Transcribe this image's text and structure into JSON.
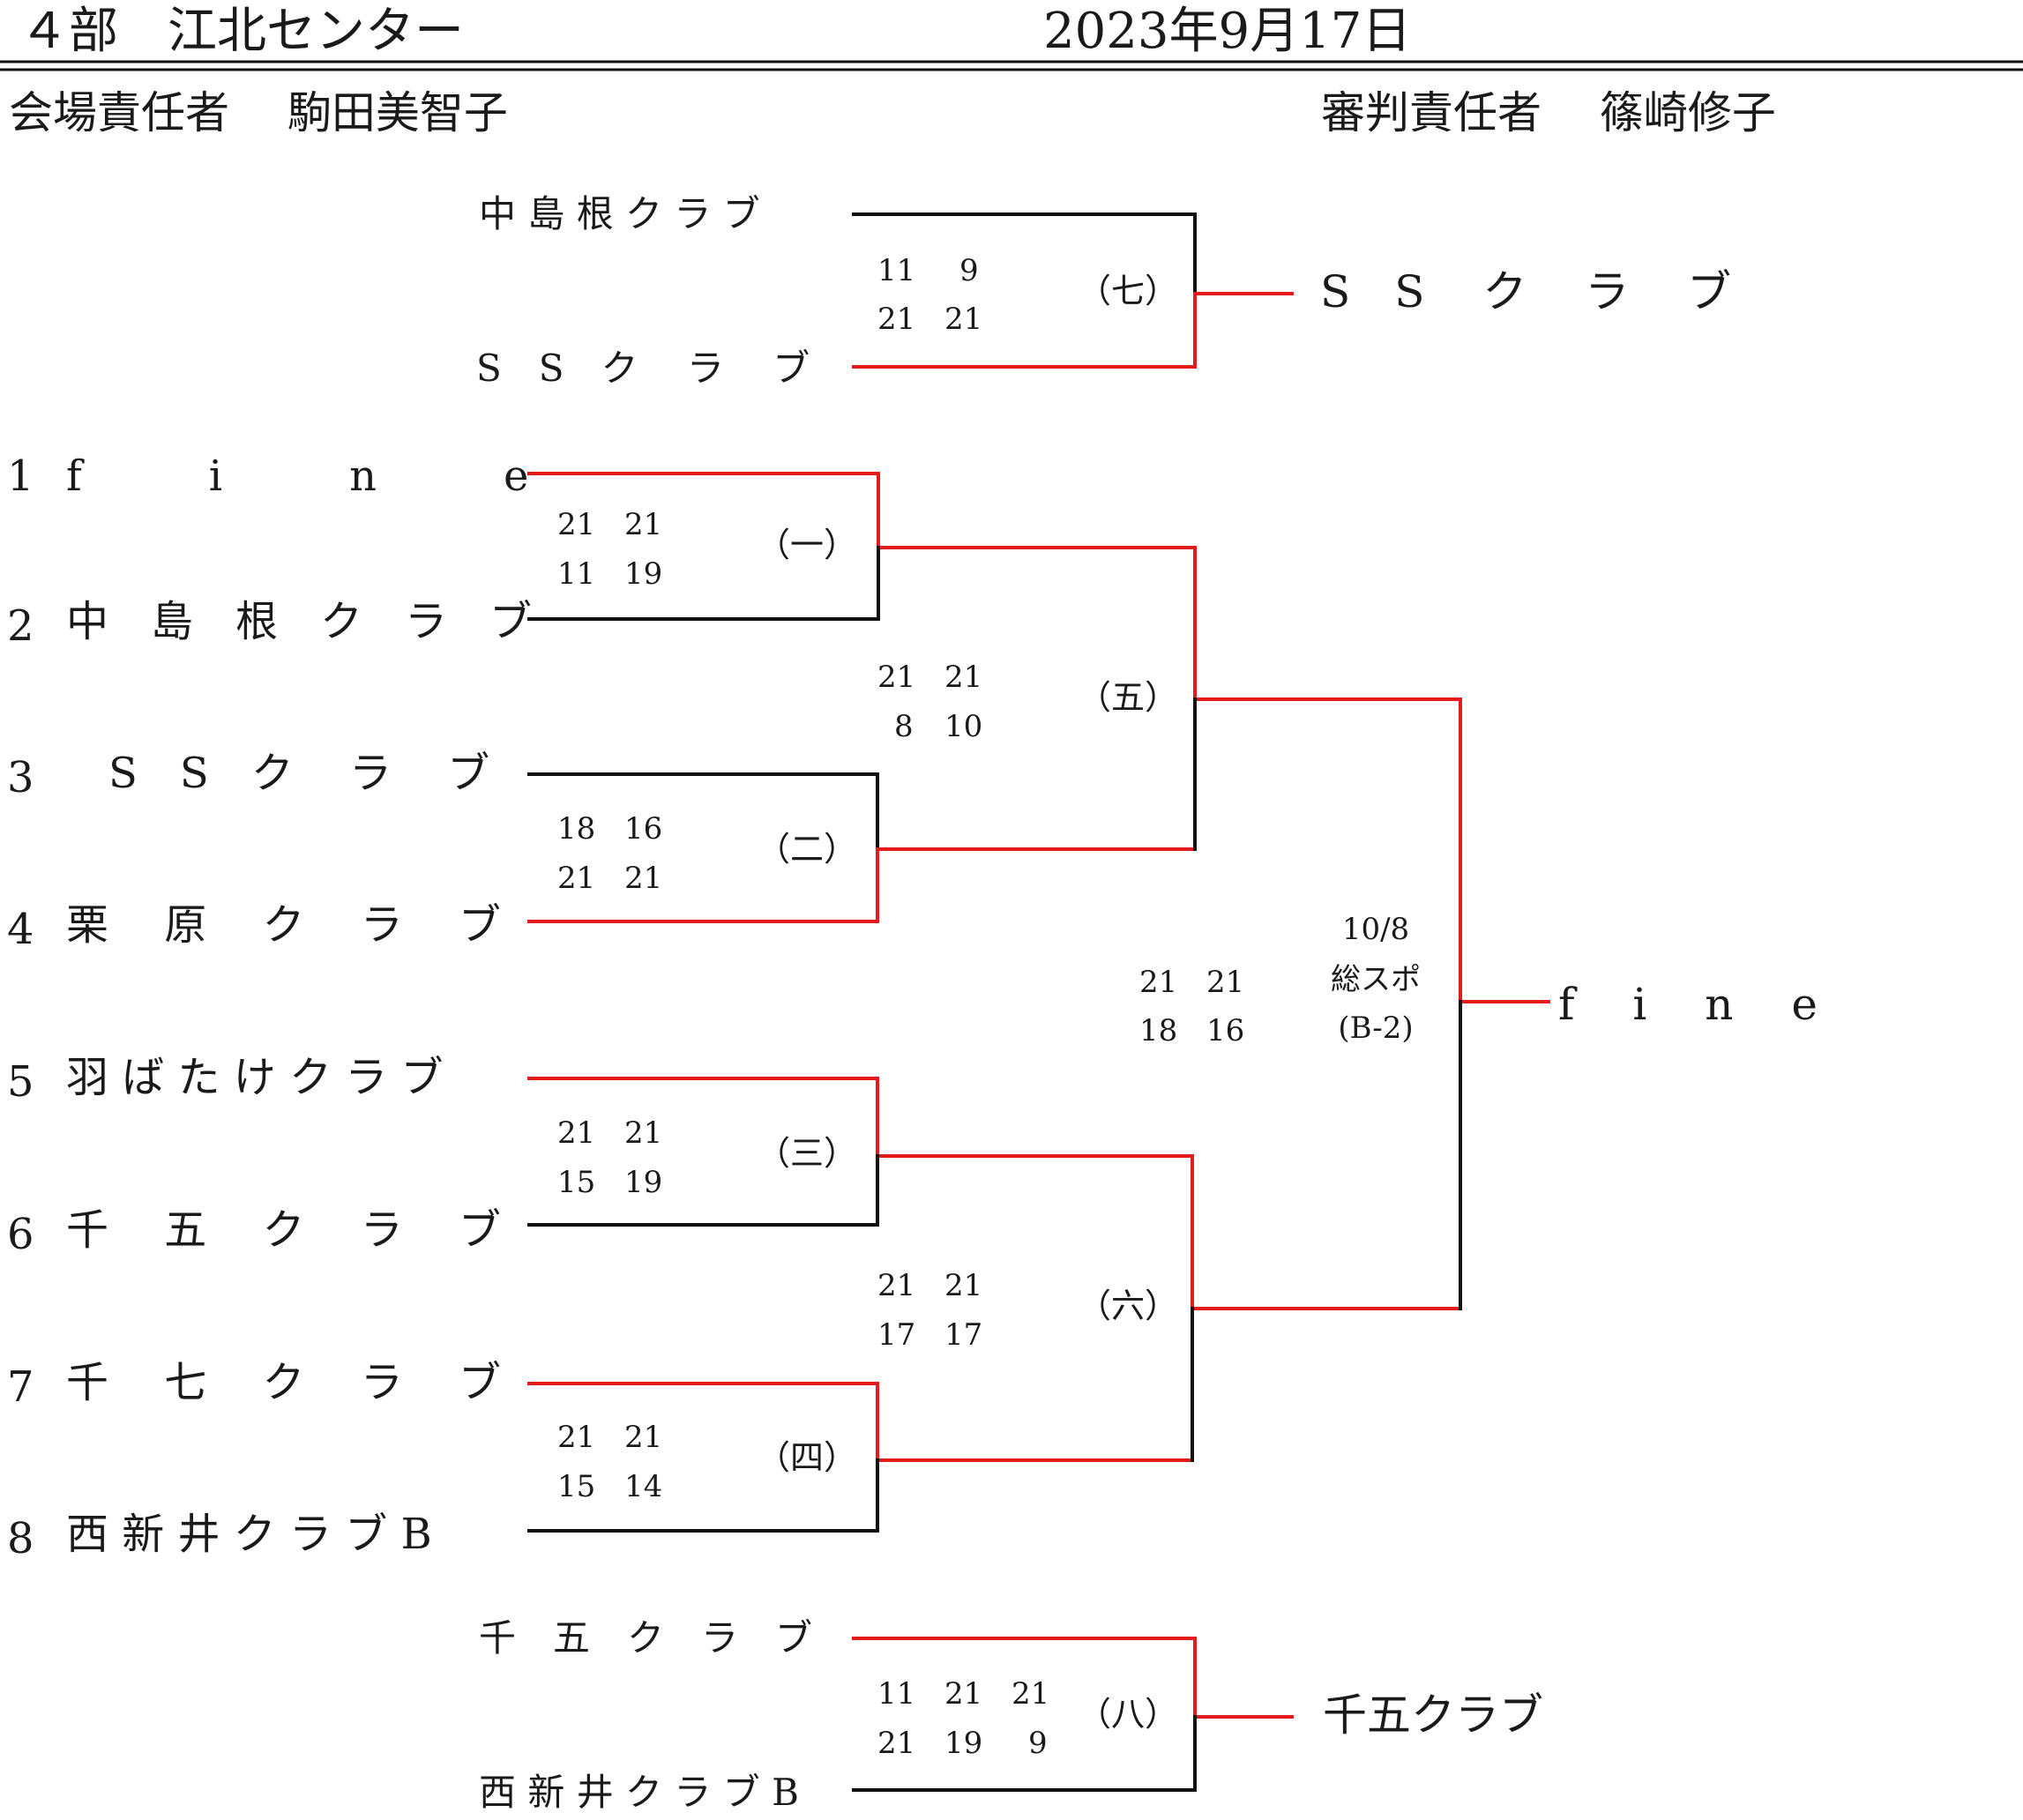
{
  "header": {
    "division": "４部　江北センター",
    "date": "2023年9月17日",
    "venue_manager": "会場責任者　 駒田美智子",
    "referee_manager": "審判責任者　 篠崎修子"
  },
  "top_match": {
    "team_a": "中 島 根 ク ラ ブ",
    "team_b": "S　S　ク　 ラ　 ブ",
    "scores_row1": [
      "11",
      "9"
    ],
    "scores_row2": [
      "21",
      "21"
    ],
    "round": "（七）",
    "winner": "S　S　 ク　 ラ　 ブ"
  },
  "teams": [
    {
      "num": "1",
      "name": "f　　　i　　　n　　　e"
    },
    {
      "num": "2",
      "name": "中　島　根　ク　ラ　ブ"
    },
    {
      "num": "3",
      "name": "　S　S　ク　 ラ　 ブ"
    },
    {
      "num": "4",
      "name": "栗　 原　 ク　 ラ　 ブ"
    },
    {
      "num": "5",
      "name": "羽 ば た け ク ラ ブ"
    },
    {
      "num": "6",
      "name": "千　 五　 ク　 ラ　 ブ"
    },
    {
      "num": "7",
      "name": "千　 七　 ク　 ラ　 ブ"
    },
    {
      "num": "8",
      "name": "西 新 井 ク ラ ブ B"
    }
  ],
  "matches": {
    "m1": {
      "round": "（一）",
      "row1": [
        "21",
        "21"
      ],
      "row2": [
        "11",
        "19"
      ]
    },
    "m2": {
      "round": "（二）",
      "row1": [
        "18",
        "16"
      ],
      "row2": [
        "21",
        "21"
      ]
    },
    "m3": {
      "round": "（三）",
      "row1": [
        "21",
        "21"
      ],
      "row2": [
        "15",
        "19"
      ]
    },
    "m4": {
      "round": "（四）",
      "row1": [
        "21",
        "21"
      ],
      "row2": [
        "15",
        "14"
      ]
    },
    "m5": {
      "round": "（五）",
      "row1": [
        "21",
        "21"
      ],
      "row2": [
        "8",
        "10"
      ]
    },
    "m6": {
      "round": "（六）",
      "row1": [
        "21",
        "21"
      ],
      "row2": [
        "17",
        "17"
      ]
    },
    "final": {
      "row1": [
        "21",
        "21"
      ],
      "row2": [
        "18",
        "16"
      ],
      "date": "10/8",
      "place": "総スポ",
      "court": "(B-2)"
    }
  },
  "champion": "f　 i　 n　 e",
  "bottom_match": {
    "team_a": "千　五　ク　ラ　ブ",
    "team_b": "西 新 井 ク ラ ブ B",
    "row1": [
      "11",
      "21",
      "21"
    ],
    "row2": [
      "21",
      "19",
      "9"
    ],
    "round": "（八）",
    "winner": "千五クラブ"
  },
  "colors": {
    "win_line": "#e31b1b",
    "lose_line": "#111111"
  }
}
